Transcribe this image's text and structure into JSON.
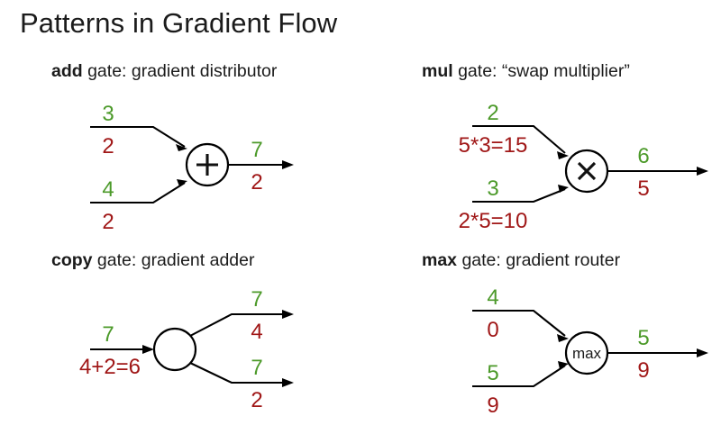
{
  "slide": {
    "title": "Patterns in Gradient Flow",
    "background_color": "#ffffff",
    "forward_value_color": "#4c9a2a",
    "gradient_value_color": "#a01717",
    "wire_color": "#000000"
  },
  "panels": {
    "add": {
      "gate_name": "add",
      "heading_rest": " gate: gradient distributor",
      "node_label": "plus-icon",
      "inputs": [
        {
          "forward": "3",
          "gradient": "2"
        },
        {
          "forward": "4",
          "gradient": "2"
        }
      ],
      "outputs": [
        {
          "forward": "7",
          "gradient": "2"
        }
      ]
    },
    "mul": {
      "gate_name": "mul",
      "heading_rest": " gate: “swap multiplier”",
      "node_label": "times-icon",
      "inputs": [
        {
          "forward": "2",
          "gradient": "5*3=15"
        },
        {
          "forward": "3",
          "gradient": "2*5=10"
        }
      ],
      "outputs": [
        {
          "forward": "6",
          "gradient": "5"
        }
      ]
    },
    "copy": {
      "gate_name": "copy",
      "heading_rest": " gate: gradient adder",
      "node_label": "",
      "inputs": [
        {
          "forward": "7",
          "gradient": "4+2=6"
        }
      ],
      "outputs": [
        {
          "forward": "7",
          "gradient": "4"
        },
        {
          "forward": "7",
          "gradient": "2"
        }
      ]
    },
    "max": {
      "gate_name": "max",
      "heading_rest": " gate: gradient router",
      "node_label": "max",
      "inputs": [
        {
          "forward": "4",
          "gradient": "0"
        },
        {
          "forward": "5",
          "gradient": "9"
        }
      ],
      "outputs": [
        {
          "forward": "5",
          "gradient": "9"
        }
      ]
    }
  }
}
